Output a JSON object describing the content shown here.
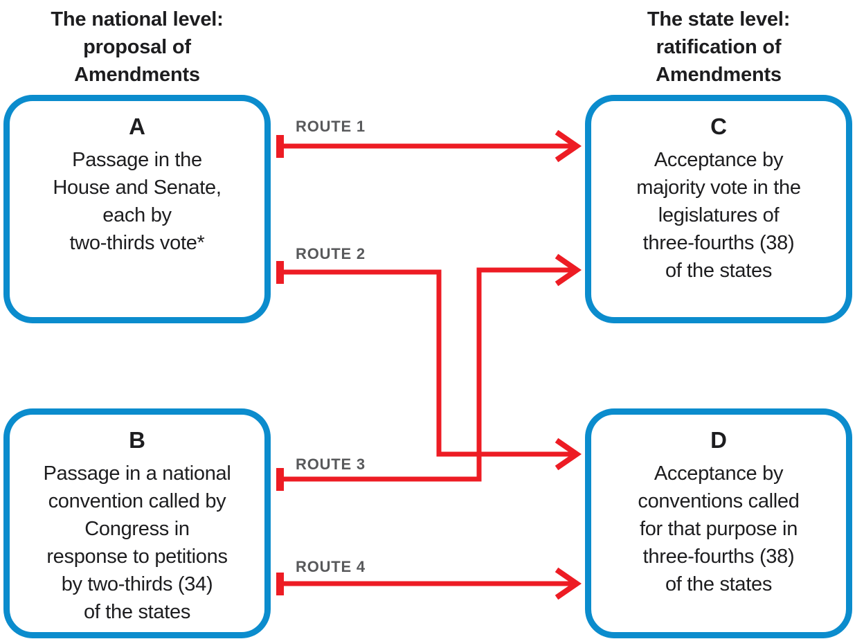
{
  "headers": {
    "left": "The national level:\nproposal of\nAmendments",
    "right": "The state level:\nratification of\nAmendments"
  },
  "boxes": [
    {
      "letter": "A",
      "text": "Passage in the\nHouse and Senate,\neach by\ntwo-thirds vote*"
    },
    {
      "letter": "B",
      "text": "Passage in a national\nconvention called by\nCongress in\nresponse to petitions\nby two-thirds (34)\nof the states"
    },
    {
      "letter": "C",
      "text": "Acceptance by\nmajority vote in the\nlegislatures of\nthree-fourths (38)\nof the states"
    },
    {
      "letter": "D",
      "text": "Acceptance by\nconventions called\nfor that purpose in\nthree-fourths (38)\nof the states"
    }
  ],
  "routes": [
    {
      "label": "ROUTE 1",
      "from": "A",
      "to": "C"
    },
    {
      "label": "ROUTE 2",
      "from": "A",
      "to": "D"
    },
    {
      "label": "ROUTE 3",
      "from": "B",
      "to": "C"
    },
    {
      "label": "ROUTE 4",
      "from": "B",
      "to": "D"
    }
  ],
  "colors": {
    "box_border_blue": "#0b8ccd",
    "route_red": "#ed1c24",
    "route_label_gray": "#58595b",
    "text_black": "#1d1d1f"
  }
}
